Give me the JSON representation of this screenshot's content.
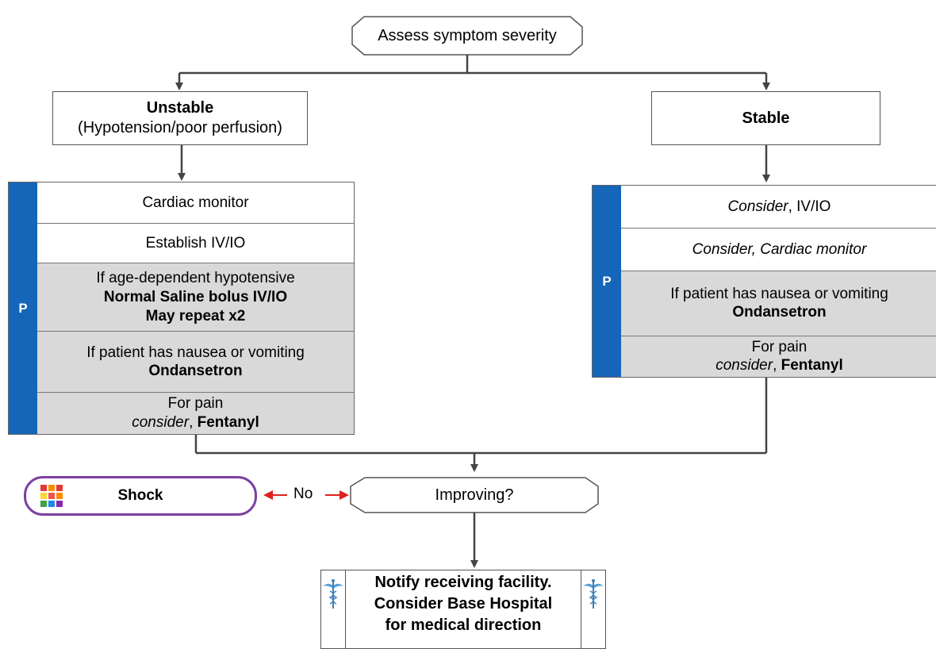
{
  "start": {
    "label": "Assess symptom severity"
  },
  "unstable": {
    "title": "Unstable",
    "subtitle": "(Hypotension/poor perfusion)"
  },
  "stable": {
    "title": "Stable"
  },
  "badge_letter": "P",
  "left_protocol": {
    "row1": "Cardiac monitor",
    "row2": "Establish IV/IO",
    "row3_line1": "If age-dependent hypotensive",
    "row3_line2": "Normal Saline bolus IV/IO",
    "row3_line3": "May repeat x2",
    "row4_line1": "If patient has nausea or vomiting",
    "row4_line2": "Ondansetron",
    "row5_line1": "For pain",
    "row5_consider": "consider",
    "row5_sep": ", ",
    "row5_drug": "Fentanyl"
  },
  "right_protocol": {
    "row1_consider": "Consider",
    "row1_rest": ", IV/IO",
    "row2": "Consider, Cardiac monitor",
    "row3_line1": "If patient has nausea or vomiting",
    "row3_line2": "Ondansetron",
    "row4_line1": "For pain",
    "row4_consider": "consider",
    "row4_sep": ", ",
    "row4_drug": "Fentanyl"
  },
  "decision": {
    "label": "Improving?",
    "no_label": "No"
  },
  "shock": {
    "label": "Shock"
  },
  "final": {
    "line1": "Notify receiving facility.",
    "line2": "Consider Base Hospital",
    "line3": "for medical direction"
  },
  "colors": {
    "protocol_bar": "#1565b8",
    "shaded_row": "#d9d9d9",
    "shock_border": "#7d3fa0",
    "no_arrow": "#e02020"
  }
}
